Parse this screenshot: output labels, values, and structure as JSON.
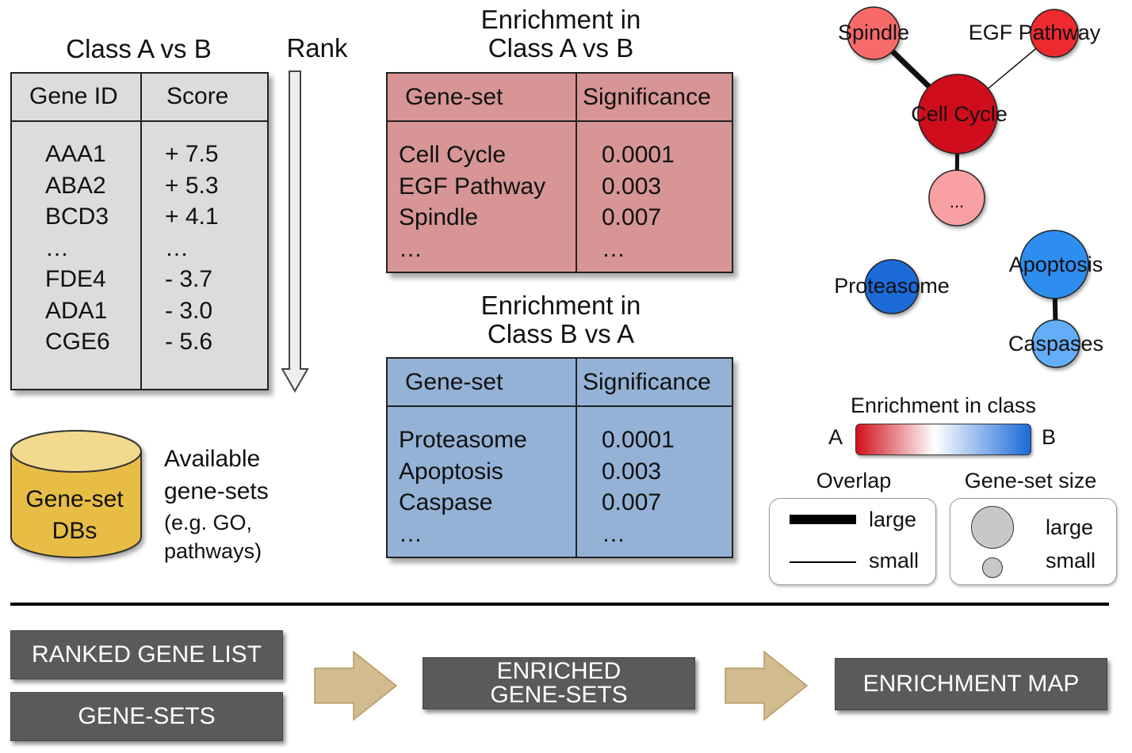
{
  "ranked": {
    "title": "Class A vs B",
    "rank_label": "Rank",
    "col_gene": "Gene ID",
    "col_score": "Score",
    "genes": [
      "AAA1",
      "ABA2",
      "BCD3",
      "…",
      "FDE4",
      "ADA1",
      "CGE6"
    ],
    "scores": [
      "+ 7.5",
      "+ 5.3",
      "+ 4.1",
      "…",
      "- 3.7",
      "- 3.0",
      "- 5.6"
    ]
  },
  "enrich_ab": {
    "title_line1": "Enrichment in",
    "title_line2": "Class A vs B",
    "col_set": "Gene-set",
    "col_sig": "Significance",
    "sets": [
      "Cell Cycle",
      "EGF Pathway",
      "Spindle",
      "…"
    ],
    "sigs": [
      "0.0001",
      "0.003",
      "0.007",
      "…"
    ]
  },
  "enrich_ba": {
    "title_line1": "Enrichment in",
    "title_line2": "Class B vs A",
    "col_set": "Gene-set",
    "col_sig": "Significance",
    "sets": [
      "Proteasome",
      "Apoptosis",
      "Caspase",
      "…"
    ],
    "sigs": [
      "0.0001",
      "0.003",
      "0.007",
      "…"
    ]
  },
  "db": {
    "label_line1": "Gene-set",
    "label_line2": "DBs",
    "desc_line1": "Available",
    "desc_line2": "gene-sets",
    "desc_line3": "(e.g. GO,",
    "desc_line4": "pathways)"
  },
  "network": {
    "nodes": {
      "spindle": "Spindle",
      "egf": "EGF Pathway",
      "cell_cycle": "Cell Cycle",
      "more": "...",
      "proteasome": "Proteasome",
      "apoptosis": "Apoptosis",
      "caspases": "Caspases"
    },
    "colors": {
      "class_a_strong": "#d0101c",
      "class_a_mid": "#ee2a2e",
      "class_a_light": "#f76a6a",
      "class_a_pale": "#f9a0a2",
      "class_b_strong": "#1a6ad8",
      "class_b_mid": "#2f8ef0",
      "class_b_light": "#63aef6"
    }
  },
  "legend": {
    "color_title": "Enrichment in class",
    "class_a": "A",
    "class_b": "B",
    "overlap_title": "Overlap",
    "size_title": "Gene-set size",
    "large": "large",
    "small": "small"
  },
  "flow": {
    "ranked_list": "RANKED GENE LIST",
    "gene_sets": "GENE-SETS",
    "enriched_line1": "ENRICHED",
    "enriched_line2": "GENE-SETS",
    "map": "ENRICHMENT MAP"
  }
}
